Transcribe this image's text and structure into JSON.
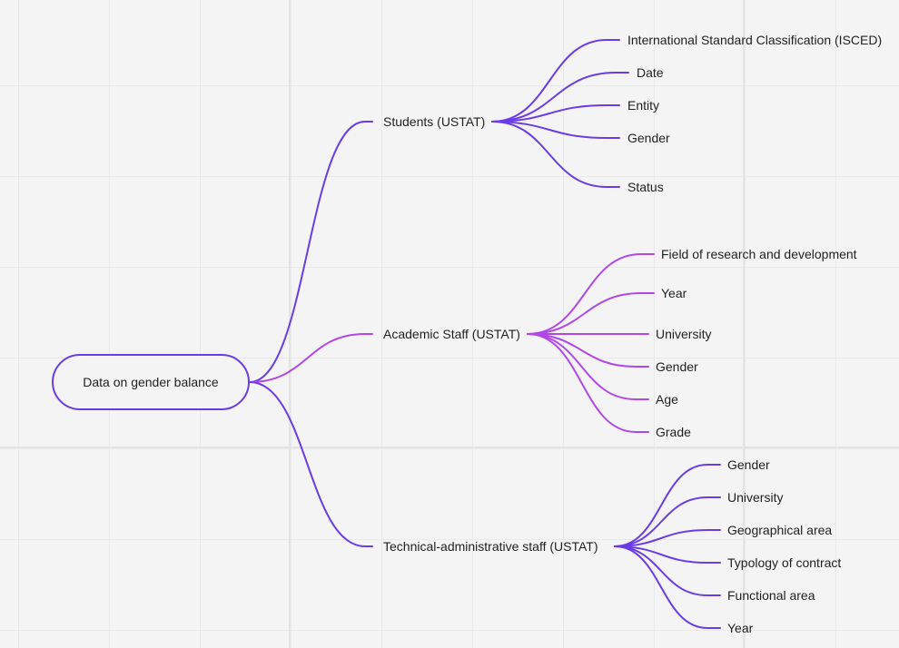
{
  "mindmap": {
    "root": {
      "label": "Data on gender balance"
    },
    "branches": [
      {
        "label": "Students (USTAT)",
        "color": "#6a3ce8",
        "children": [
          "International Standard Classification (ISCED)",
          "Date",
          "Entity",
          "Gender",
          "Status"
        ]
      },
      {
        "label": "Academic Staff (USTAT)",
        "color": "#b048e8",
        "children": [
          "Field of research and development",
          "Year",
          "University",
          "Gender",
          "Age",
          "Grade"
        ]
      },
      {
        "label": "Technical-administrative staff (USTAT)",
        "color": "#6a3ce8",
        "children": [
          "Gender",
          "University",
          "Geographical area",
          "Typology of contract",
          "Functional area",
          "Year"
        ]
      }
    ]
  }
}
